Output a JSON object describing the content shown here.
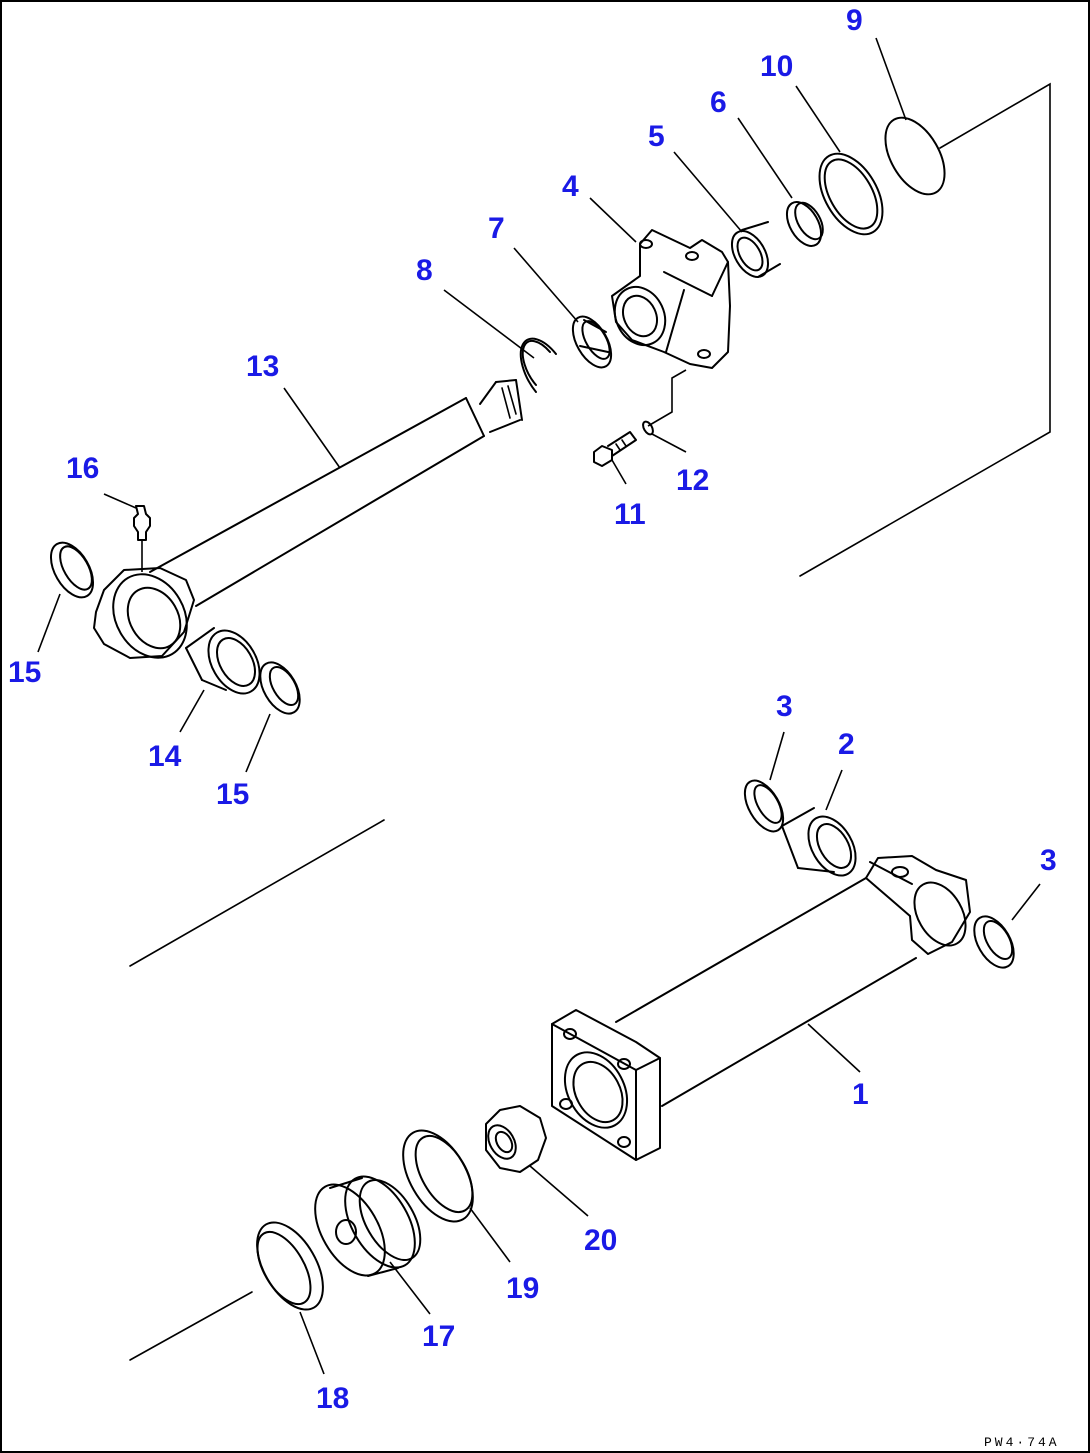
{
  "callouts": {
    "c1": "1",
    "c2": "2",
    "c3a": "3",
    "c3b": "3",
    "c4": "4",
    "c5": "5",
    "c6": "6",
    "c7": "7",
    "c8": "8",
    "c9": "9",
    "c10": "10",
    "c11": "11",
    "c12": "12",
    "c13": "13",
    "c14": "14",
    "c15a": "15",
    "c15b": "15",
    "c16": "16",
    "c17": "17",
    "c18": "18",
    "c19": "19",
    "c20": "20"
  },
  "drawing_code": "PW4·74A",
  "colors": {
    "callout": "#1a1ae6",
    "line": "#000000",
    "background": "#ffffff"
  }
}
